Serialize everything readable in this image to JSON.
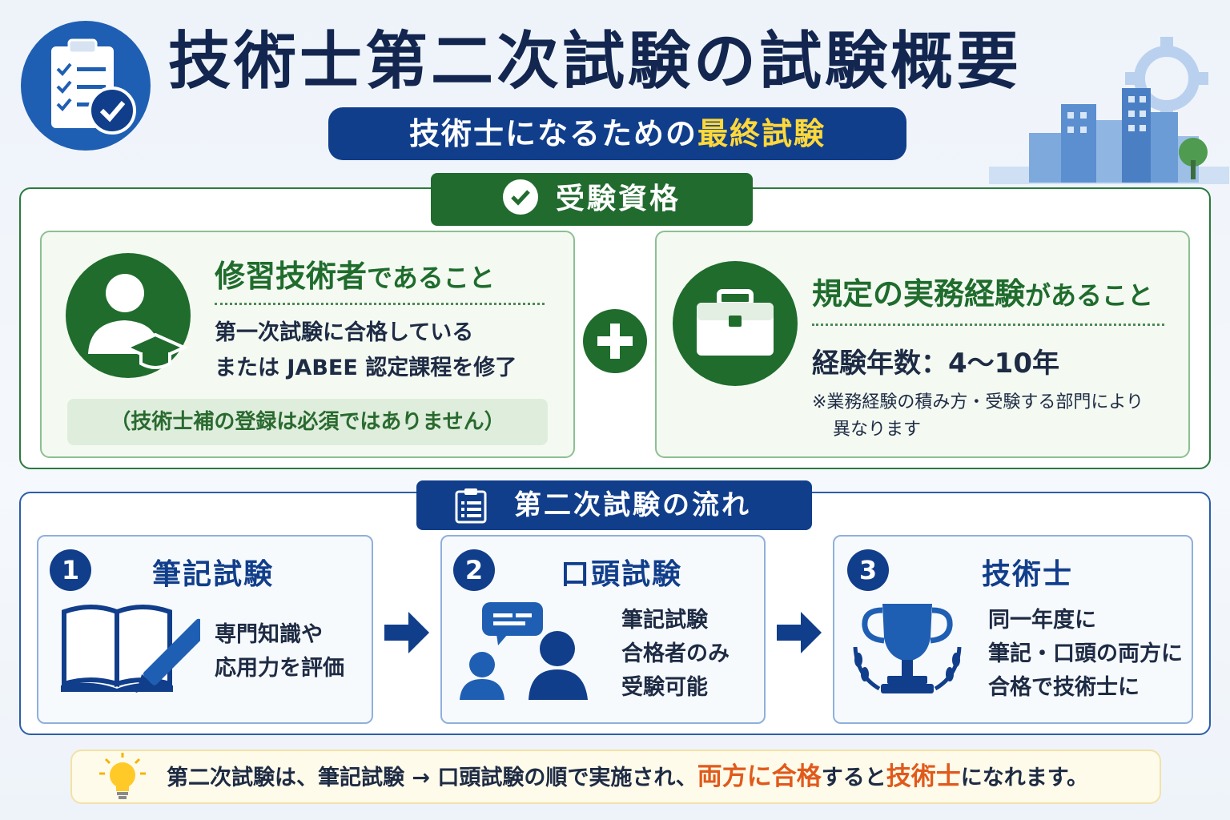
{
  "header": {
    "title": "技術士第二次試験の試験概要",
    "subtitle_prefix": "技術士になるための",
    "subtitle_highlight": "最終試験"
  },
  "qualification": {
    "label": "受験資格",
    "left": {
      "heading_main": "修習技術者",
      "heading_tail": "であること",
      "line1": "第一次試験に合格している",
      "line2": "または JABEE 認定課程を修了",
      "note": "（技術士補の登録は必須ではありません）"
    },
    "right": {
      "heading_main": "規定の実務経験",
      "heading_tail": "があること",
      "years": "経験年数：4〜10年",
      "note1": "※業務経験の積み方・受験する部門により",
      "note2": "異なります"
    }
  },
  "flow": {
    "label": "第二次試験の流れ",
    "steps": [
      {
        "num": "1",
        "title": "筆記試験",
        "lines": [
          "専門知識や",
          "応用力を評価"
        ]
      },
      {
        "num": "2",
        "title": "口頭試験",
        "lines": [
          "筆記試験",
          "合格者のみ",
          "受験可能"
        ]
      },
      {
        "num": "3",
        "title": "技術士",
        "lines": [
          "同一年度に",
          "筆記・口頭の両方に",
          "合格で技術士に"
        ]
      }
    ]
  },
  "bottom": {
    "part1": "第二次試験は、筆記試験 → 口頭試験の順で実施され、",
    "hl1": "両方に合格",
    "part2": "すると",
    "hl2": "技術士",
    "part3": "になれます。"
  },
  "colors": {
    "navy": "#113e8b",
    "green": "#1f6c2d",
    "accent_yellow": "#ffd83a",
    "accent_orange": "#e05a1c"
  },
  "icons": [
    "clipboard-check-icon",
    "gear-icon",
    "city-icon",
    "check-circle-icon",
    "graduate-person-icon",
    "plus-icon",
    "briefcase-icon",
    "clipboard-list-icon",
    "open-book-pen-icon",
    "conversation-icon",
    "trophy-icon",
    "lightbulb-icon",
    "arrow-right-icon"
  ]
}
